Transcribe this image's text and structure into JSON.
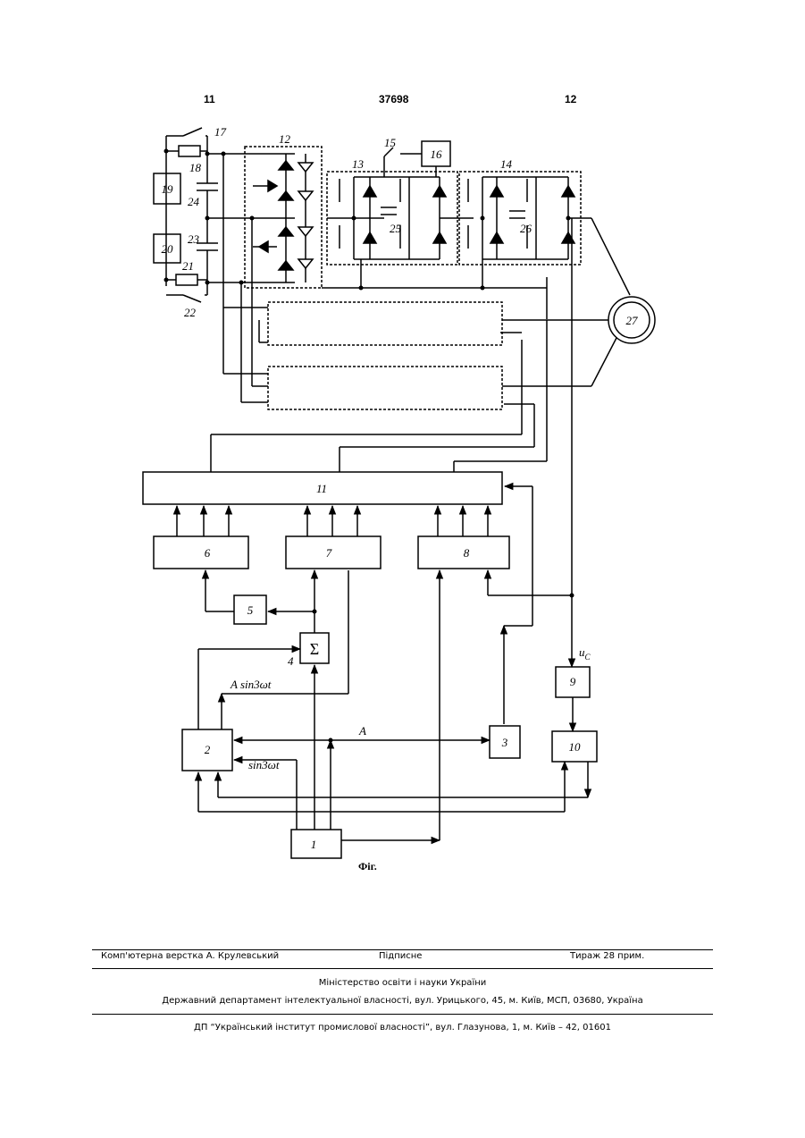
{
  "header": {
    "left_page": "11",
    "patent_no": "37698",
    "right_page": "12"
  },
  "figure": {
    "caption": "Фіг.",
    "labels": {
      "b1": "1",
      "b2": "2",
      "b3": "3",
      "b4": "4",
      "b5": "5",
      "b6": "6",
      "b7": "7",
      "b8": "8",
      "b9": "9",
      "b10": "10",
      "b11": "11",
      "b12": "12",
      "b13": "13",
      "b14": "14",
      "b15": "15",
      "b16": "16",
      "b17": "17",
      "b18": "18",
      "b19": "19",
      "b20": "20",
      "b21": "21",
      "b22": "22",
      "b23": "23",
      "b24": "24",
      "b25": "25",
      "b26": "26",
      "b27": "27",
      "sigma": "Σ",
      "sig_a_sin": "A sin3ωt",
      "sig_sin": "sin3ωt",
      "sig_a": "A",
      "sig_uc": "u",
      "sig_uc_sub": "C"
    }
  },
  "footer": {
    "layout_credit": "Комп'ютерна верстка А. Крулевський",
    "signed": "Підписне",
    "circulation": "Тираж 28 прим.",
    "ministry": "Міністерство освіти і науки України",
    "department": "Державний департамент інтелектуальної власності, вул. Урицького, 45, м. Київ, МСП, 03680, Україна",
    "institute": "ДП “Український інститут промислової власності”, вул. Глазунова, 1, м. Київ – 42, 01601"
  }
}
